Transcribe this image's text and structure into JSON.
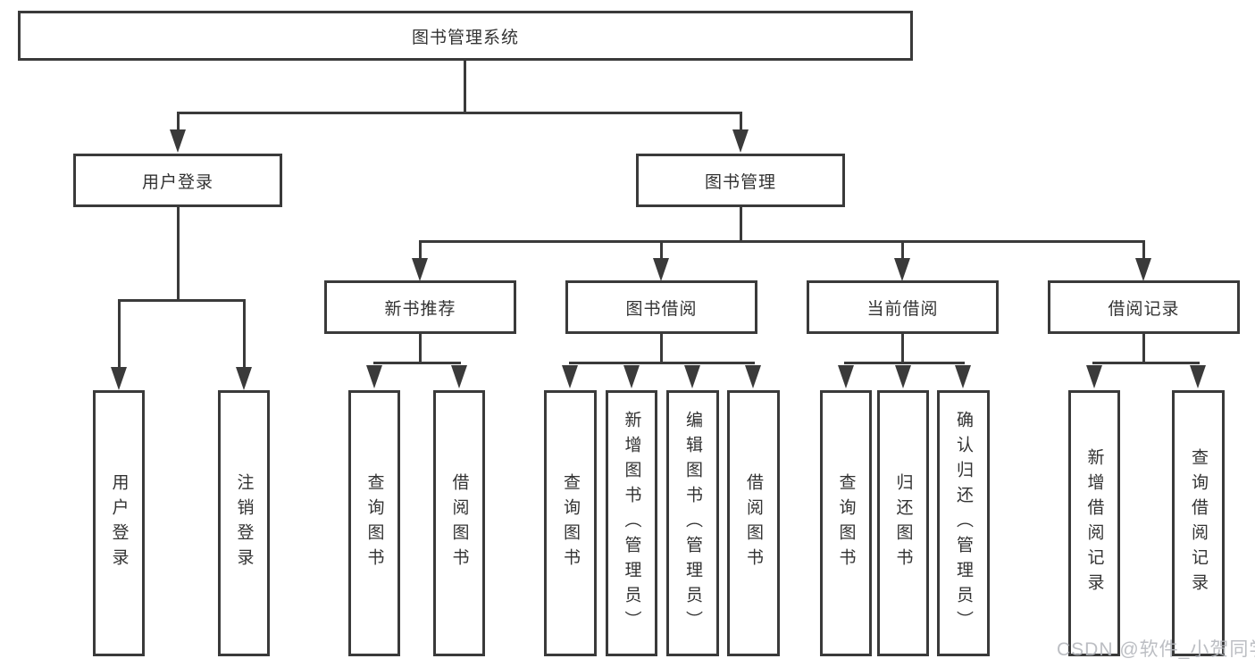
{
  "colors": {
    "line": "#3a3a3a",
    "box_fill": "#ffffff",
    "text": "#333333",
    "watermark": "#b5b8bd"
  },
  "tree": {
    "root": {
      "label": "图书管理系统"
    },
    "level2": [
      {
        "id": "user-login",
        "label": "用户登录"
      },
      {
        "id": "book-management",
        "label": "图书管理"
      }
    ],
    "level3": [
      {
        "id": "new-book-recommend",
        "label": "新书推荐",
        "parent": "book-management"
      },
      {
        "id": "book-borrow",
        "label": "图书借阅",
        "parent": "book-management"
      },
      {
        "id": "current-borrow",
        "label": "当前借阅",
        "parent": "book-management"
      },
      {
        "id": "borrow-records",
        "label": "借阅记录",
        "parent": "book-management"
      }
    ],
    "leaves": [
      {
        "id": "leaf-user-login",
        "label": "用户登录",
        "parent": "user-login"
      },
      {
        "id": "leaf-logout",
        "label": "注销登录",
        "parent": "user-login"
      },
      {
        "id": "leaf-query-book-1",
        "label": "查询图书",
        "parent": "new-book-recommend"
      },
      {
        "id": "leaf-borrow-book-1",
        "label": "借阅图书",
        "parent": "new-book-recommend"
      },
      {
        "id": "leaf-query-book-2",
        "label": "查询图书",
        "parent": "book-borrow"
      },
      {
        "id": "leaf-add-book-admin",
        "label": "新增图书（管理员）",
        "parent": "book-borrow"
      },
      {
        "id": "leaf-edit-book-admin",
        "label": "编辑图书（管理员）",
        "parent": "book-borrow"
      },
      {
        "id": "leaf-borrow-book-2",
        "label": "借阅图书",
        "parent": "book-borrow"
      },
      {
        "id": "leaf-query-book-3",
        "label": "查询图书",
        "parent": "current-borrow"
      },
      {
        "id": "leaf-return-book",
        "label": "归还图书",
        "parent": "current-borrow"
      },
      {
        "id": "leaf-confirm-return-admin",
        "label": "确认归还（管理员）",
        "parent": "current-borrow"
      },
      {
        "id": "leaf-add-borrow-record",
        "label": "新增借阅记录",
        "parent": "borrow-records"
      },
      {
        "id": "leaf-query-borrow-record",
        "label": "查询借阅记录",
        "parent": "borrow-records"
      }
    ]
  },
  "watermark": {
    "text": "CSDN @软件_小贺同学"
  }
}
